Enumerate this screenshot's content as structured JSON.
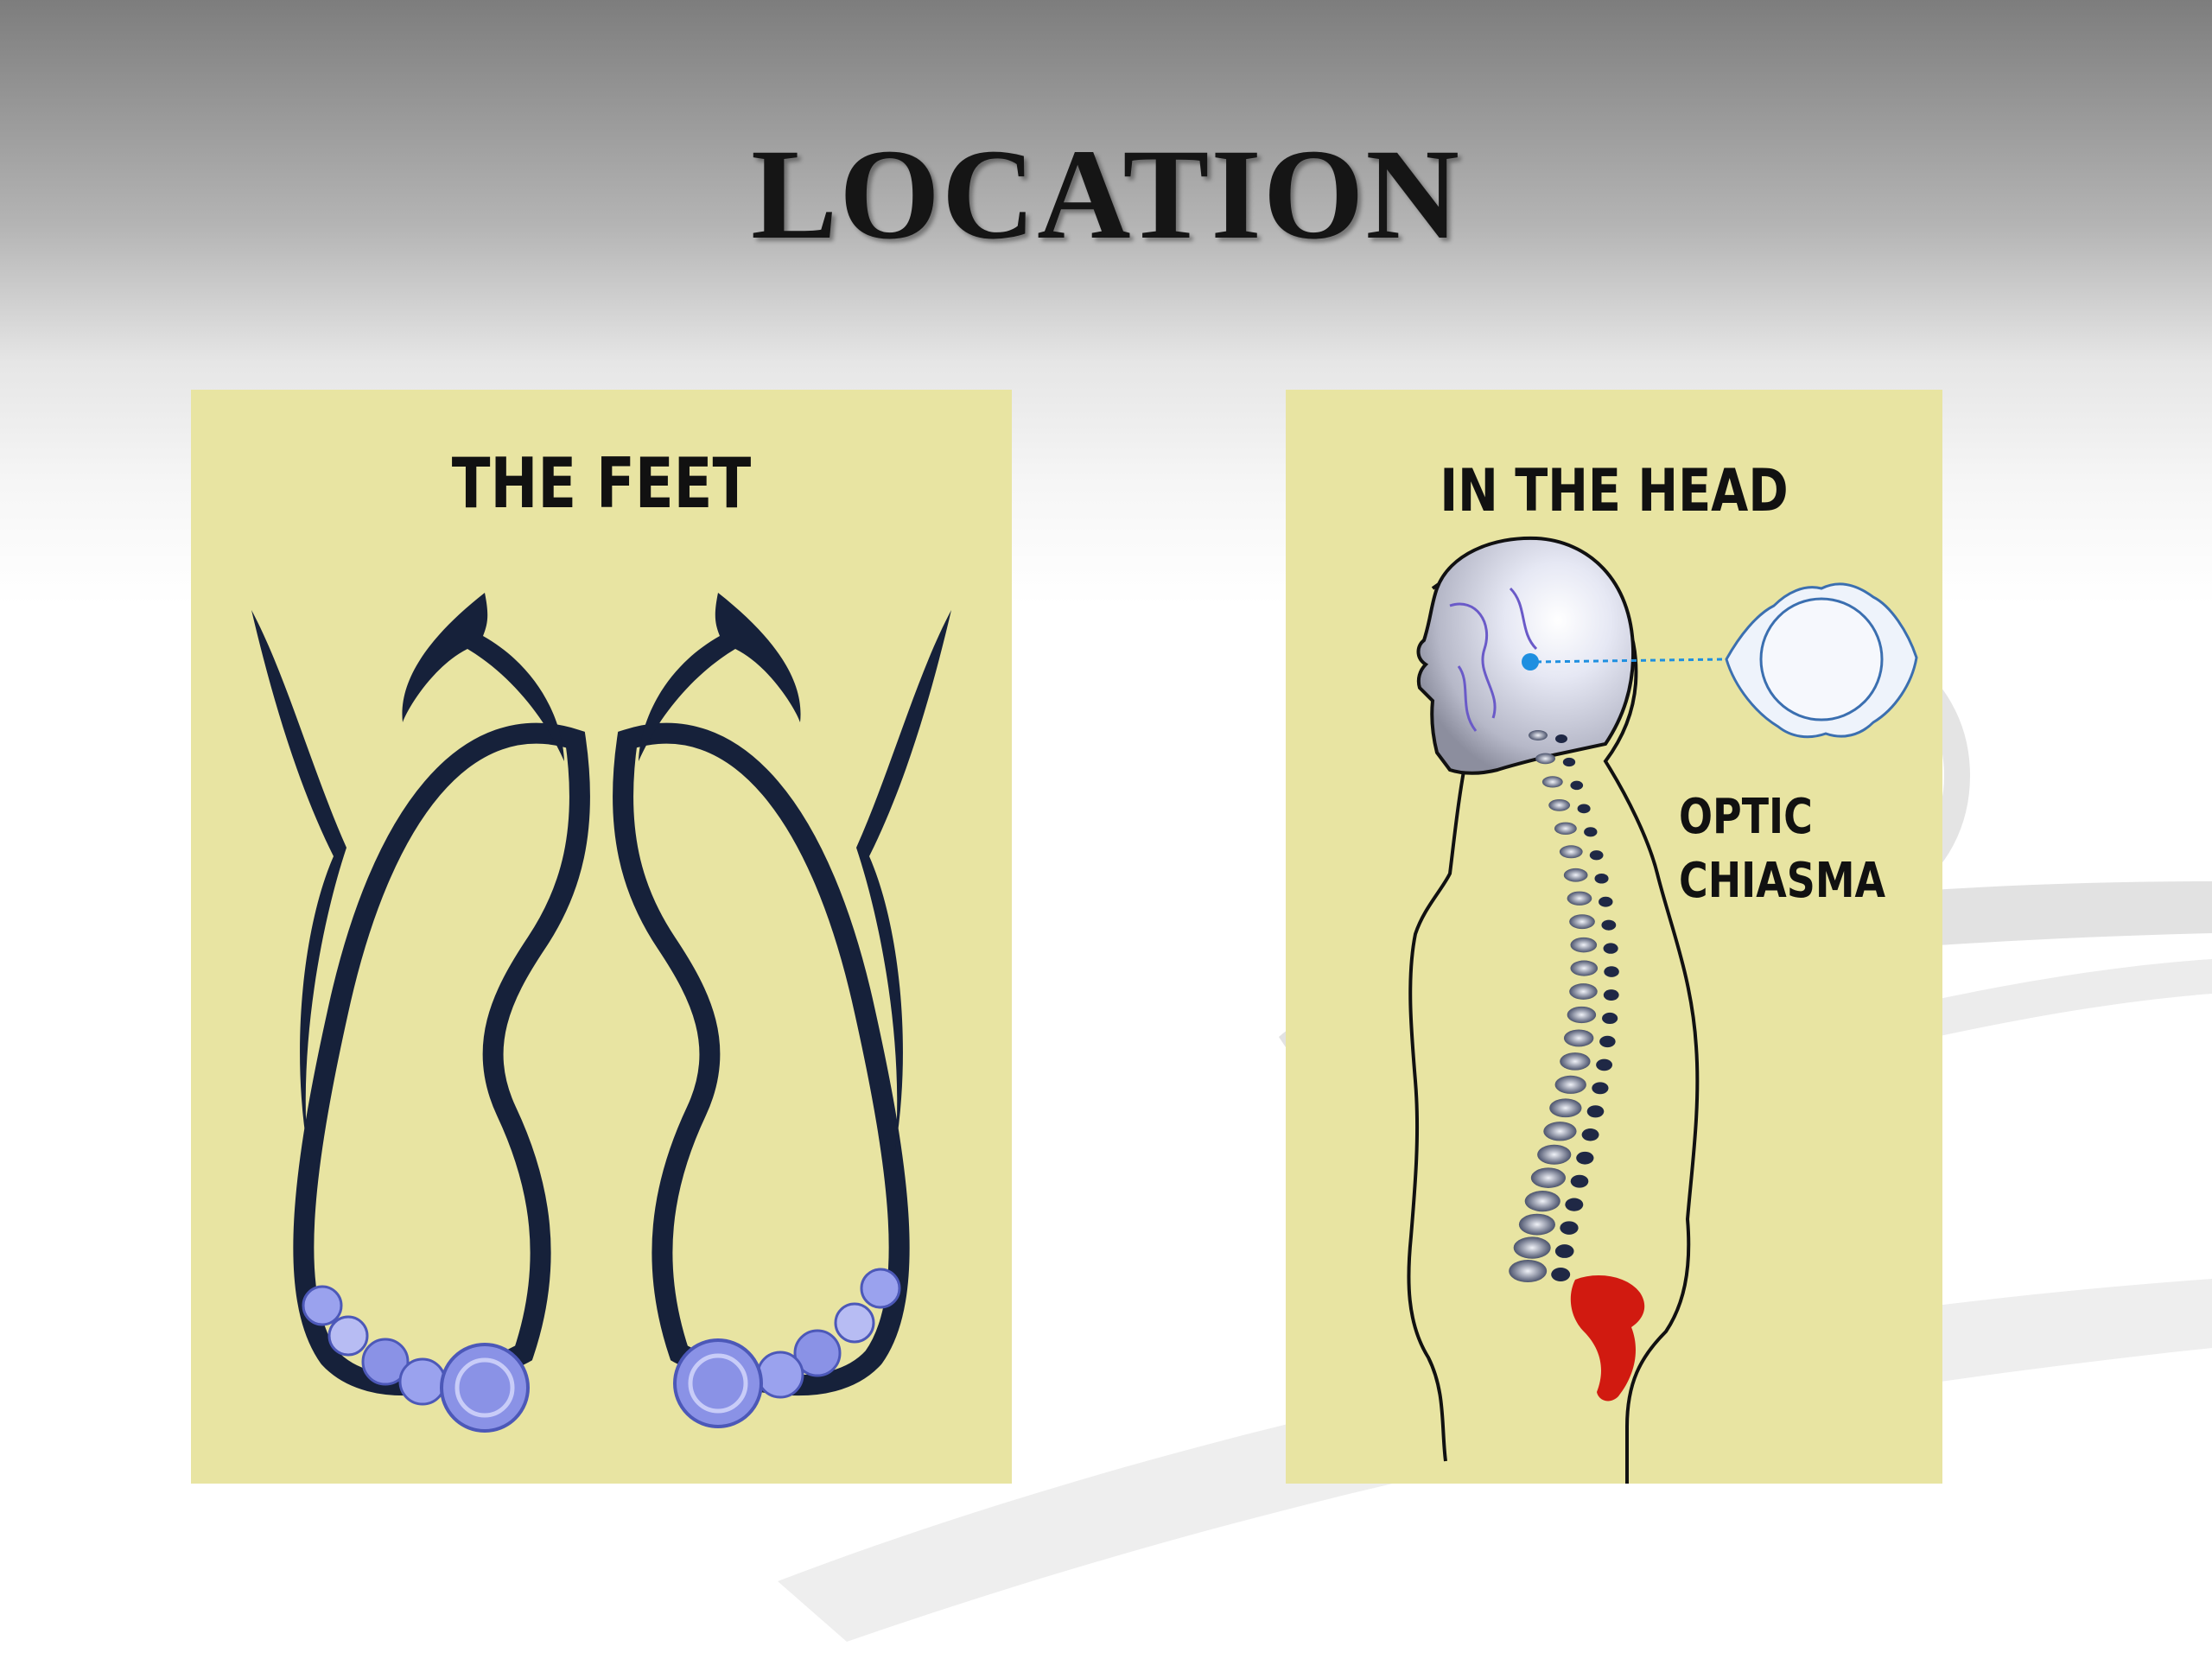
{
  "slide": {
    "title": "LOCATION"
  },
  "panels": {
    "feet": {
      "heading": "THE FEET"
    },
    "head": {
      "heading": "IN THE HEAD",
      "label_line1": "OPTIC",
      "label_line2": "CHIASMA"
    }
  },
  "colors": {
    "panel_background": "#e8e4a2",
    "outline": "#16213a",
    "toe_blue": "#8a92e6",
    "sacrum_red": "#d11a10",
    "pineal_blue": "#1e8fe0"
  }
}
